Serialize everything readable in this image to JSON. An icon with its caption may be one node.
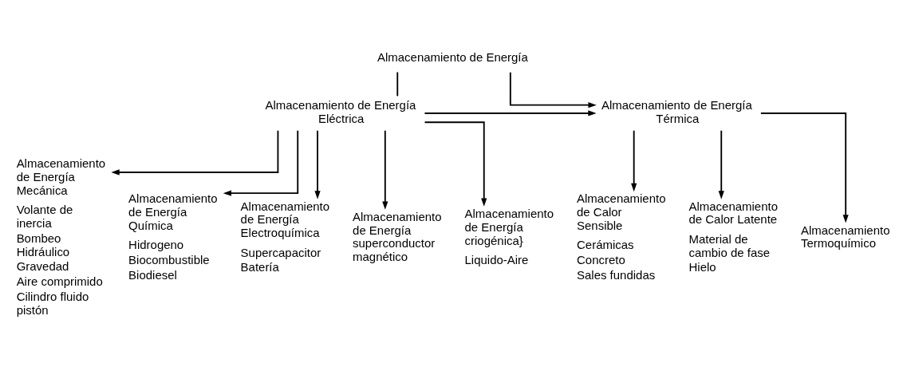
{
  "diagram": {
    "nodes": [
      {
        "text": [
          "Almacenamiento de Energía"
        ]
      },
      {
        "text": [
          "Almacenamiento de Energía Eléctrica"
        ]
      },
      {
        "text": [
          "Almacenamiento de Energía Térmica"
        ]
      },
      {
        "text": [
          "Almacenamiento de Energía Mecánica",
          "Volante de inercia",
          "Bombeo Hidráulico",
          "Gravedad",
          "Aire comprimido",
          "Cilindro fluido pistón"
        ]
      },
      {
        "text": [
          "Almacenamiento de Energía Química",
          "Hidrogeno",
          "Biocombustible",
          "Biodiesel"
        ]
      },
      {
        "text": [
          "Almacenamiento de Energía Electroquímica",
          "Supercapacitor",
          "Batería"
        ]
      },
      {
        "text": [
          "Almacenamiento de Energía superconductor magnético"
        ]
      },
      {
        "text": [
          "Almacenamiento de Energía criogénica}",
          "Liquido-Aire"
        ]
      },
      {
        "text": [
          "Almacenamiento de Calor Sensible",
          "Cerámicas",
          "Concreto",
          "Sales fundidas"
        ]
      },
      {
        "text": [
          "Almacenamiento de Calor Latente",
          "Material de cambio de fase",
          "Hielo"
        ]
      },
      {
        "text": [
          "Almacenamiento Termoquímico"
        ]
      }
    ],
    "edges": [
      {
        "from": 0,
        "to": 1,
        "arrow": "none"
      },
      {
        "from": 0,
        "to": 2,
        "arrow": "to"
      },
      {
        "from": 1,
        "to": 2,
        "arrow": "to"
      },
      {
        "from": 1,
        "to": 3,
        "arrow": "to"
      },
      {
        "from": 1,
        "to": 4,
        "arrow": "to"
      },
      {
        "from": 1,
        "to": 5,
        "arrow": "to"
      },
      {
        "from": 1,
        "to": 6,
        "arrow": "to"
      },
      {
        "from": 1,
        "to": 7,
        "arrow": "to"
      },
      {
        "from": 2,
        "to": 8,
        "arrow": "to"
      },
      {
        "from": 2,
        "to": 9,
        "arrow": "to"
      },
      {
        "from": 2,
        "to": 10,
        "arrow": "to"
      }
    ]
  }
}
